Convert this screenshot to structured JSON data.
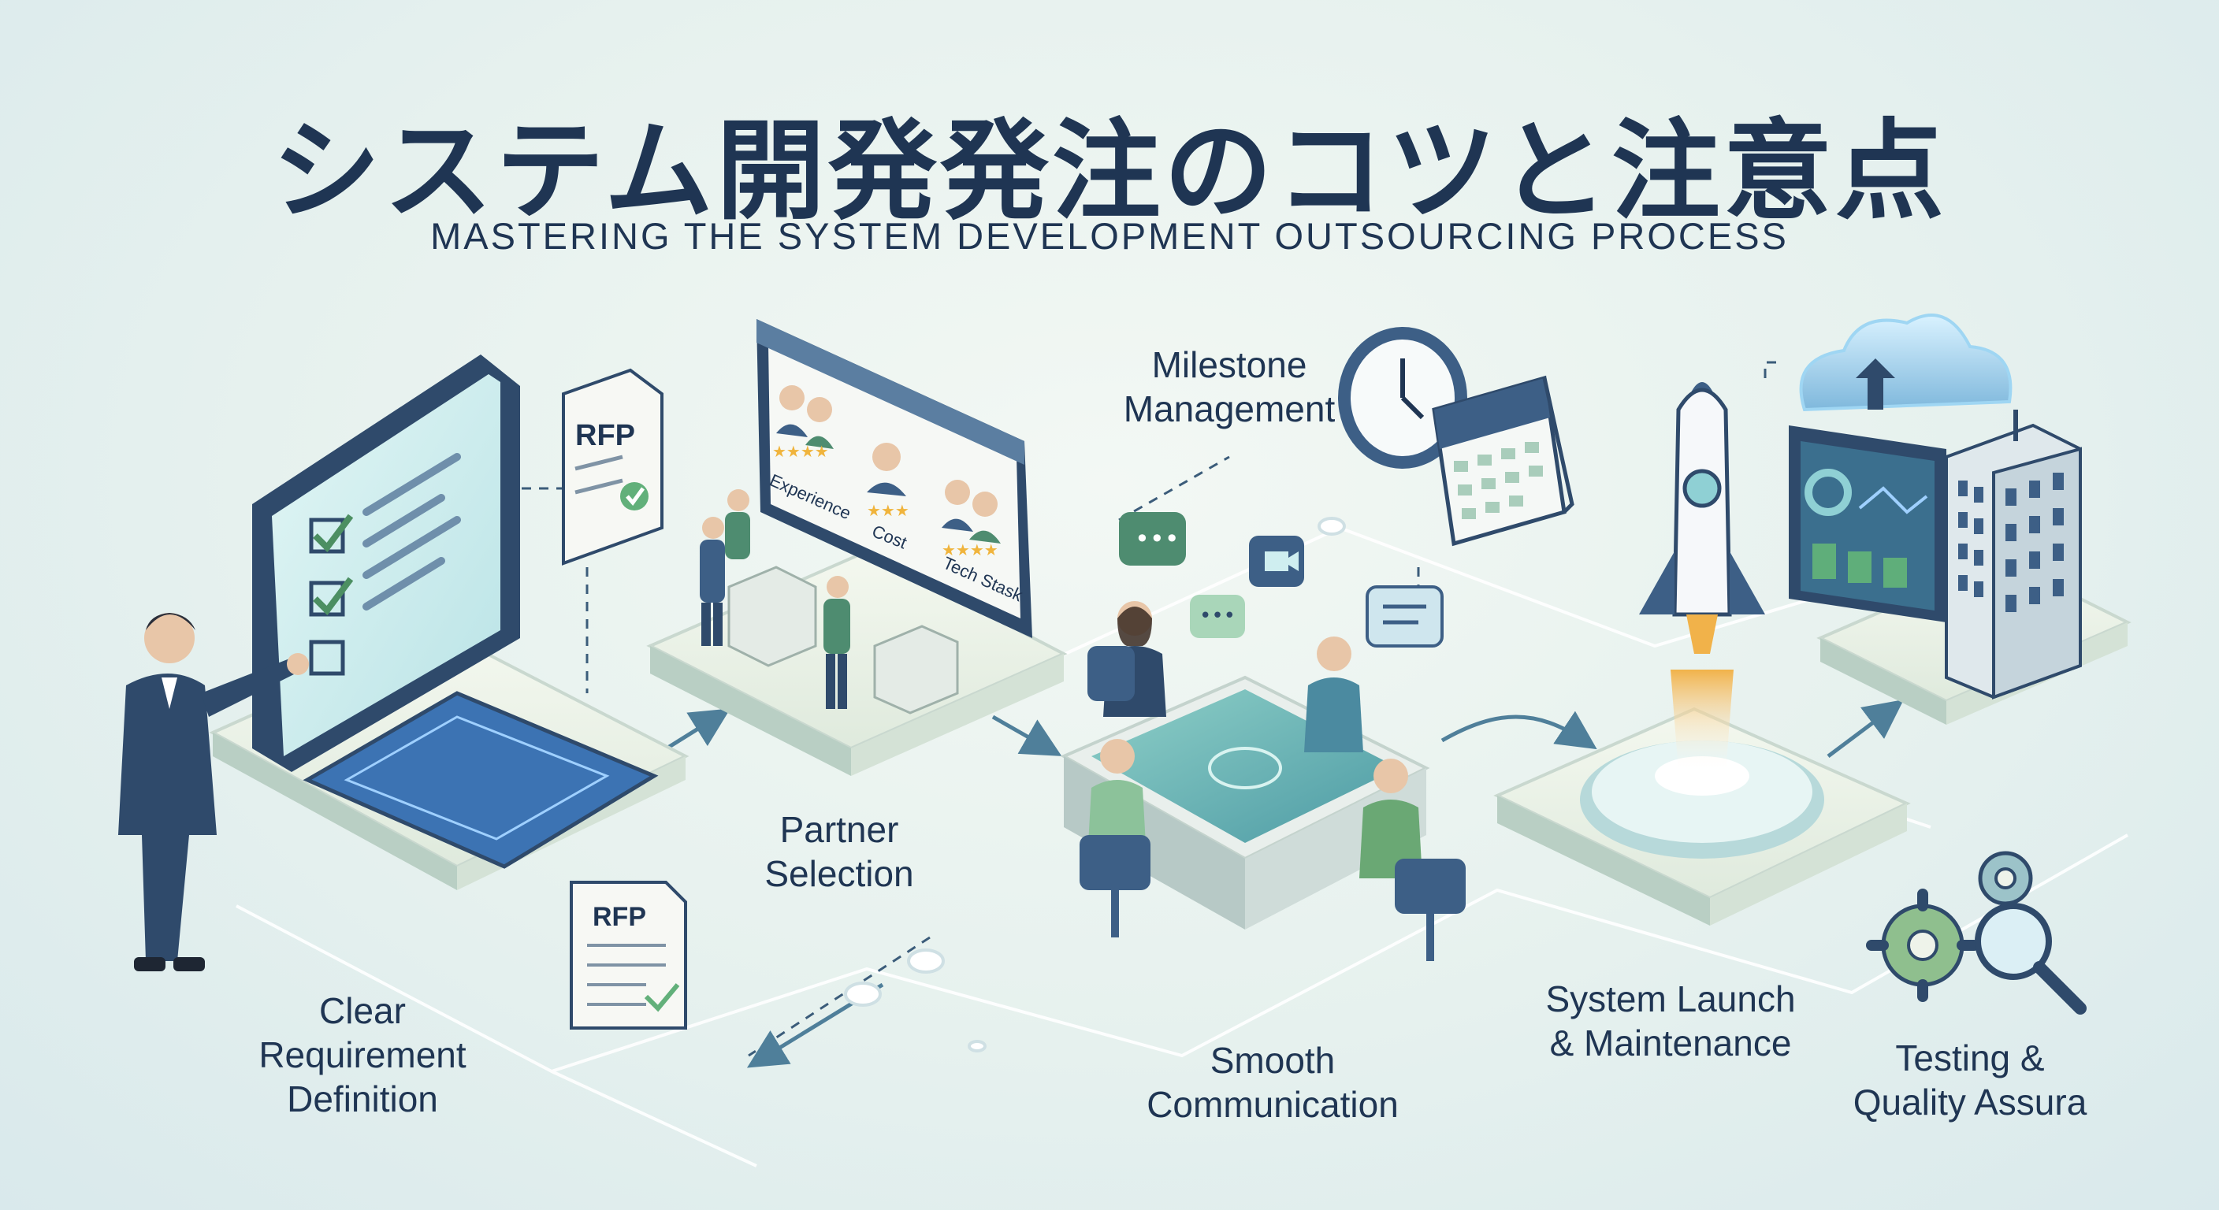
{
  "title": "システム開発発注のコツと注意点",
  "subtitle": "MASTERING THE SYSTEM DEVELOPMENT OUTSOURCING PROCESS",
  "steps": {
    "requirement": {
      "line1": "Clear",
      "line2": "Requirement",
      "line3": "Definition"
    },
    "partner": {
      "line1": "Partner",
      "line2": "Selection"
    },
    "milestone": {
      "line1": "Milestone",
      "line2": "Management"
    },
    "communication": {
      "line1": "Smooth",
      "line2": "Communication"
    },
    "launch": {
      "line1": "System Launch",
      "line2": "& Maintenance"
    },
    "testing": {
      "line1": "Testing &",
      "line2": "Quality Assura"
    }
  },
  "documents": {
    "rfp_top": "RFP",
    "rfp_bottom": "RFP"
  },
  "partner_board": {
    "experience": "Experience",
    "cost": "Cost",
    "tech_stack": "Tech Stask"
  },
  "colors": {
    "navy": "#1f3553",
    "teal": "#3f8f88",
    "green": "#5fae7a",
    "screen": "#cfeef0",
    "platform": "#eef3ea"
  }
}
